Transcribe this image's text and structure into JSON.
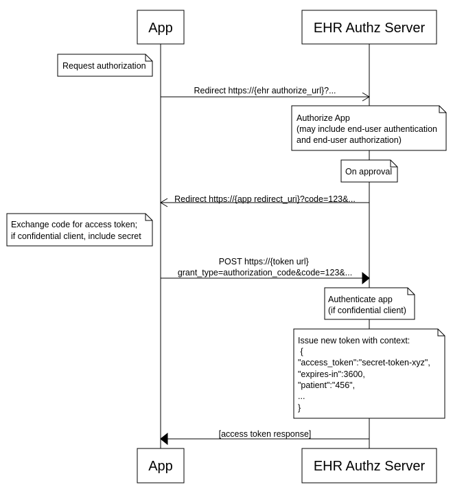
{
  "participants": {
    "app": "App",
    "server": "EHR Authz Server"
  },
  "notes": {
    "request_authorization": [
      "Request authorization"
    ],
    "authorize_app": [
      "Authorize App",
      "(may include end-user authentication",
      "and end-user authorization)"
    ],
    "on_approval": [
      "On approval"
    ],
    "exchange_code": [
      "Exchange code for access token;",
      "if confidential client, include secret"
    ],
    "authenticate_app": [
      "Authenticate app",
      "(if confidential client)"
    ],
    "issue_token": [
      "Issue new token with context:",
      " {",
      "\"access_token\":\"secret-token-xyz\",",
      "\"expires-in\":3600,",
      "\"patient\":\"456\",",
      "...",
      "}"
    ]
  },
  "messages": {
    "redirect_authorize": [
      "Redirect https://{ehr authorize_url}?..."
    ],
    "redirect_app": [
      "Redirect https://{app redirect_uri}?code=123&..."
    ],
    "post_token": [
      "POST https://{token url}",
      "grant_type=authorization_code&code=123&..."
    ],
    "token_response": [
      "[access token response]"
    ]
  },
  "colors": {
    "line": "#000000",
    "box_fill": "#ffffff"
  }
}
